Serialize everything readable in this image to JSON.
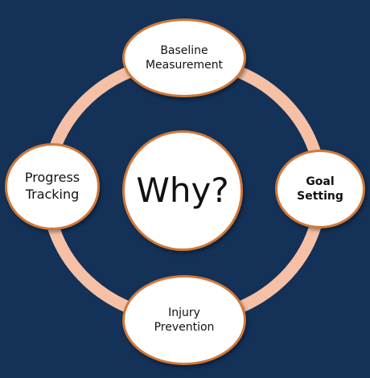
{
  "diagram": {
    "center": {
      "label": "Why?"
    },
    "nodes": {
      "top": {
        "label": "Baseline\nMeasurement"
      },
      "right": {
        "label": "Goal\nSetting"
      },
      "bottom": {
        "label": "Injury\nPrevention"
      },
      "left": {
        "label": "Progress\nTracking"
      }
    }
  },
  "colors": {
    "background": "#143157",
    "ring": "#f5c0a5",
    "node_border": "#d0793a",
    "node_fill": "#ffffff"
  }
}
